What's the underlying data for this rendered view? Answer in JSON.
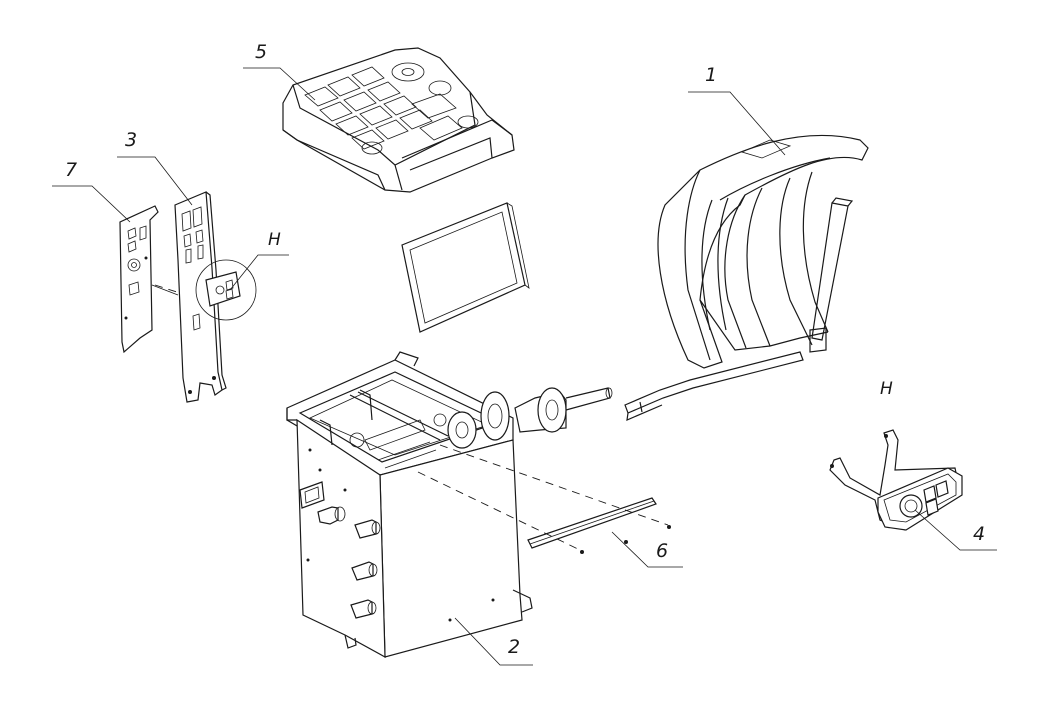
{
  "callouts": {
    "part_1": "1",
    "part_2": "2",
    "part_3": "3",
    "part_4": "4",
    "part_5": "5",
    "part_6": "6",
    "part_7": "7",
    "detail_h_on_part_3": "H",
    "detail_h_view": "H"
  }
}
